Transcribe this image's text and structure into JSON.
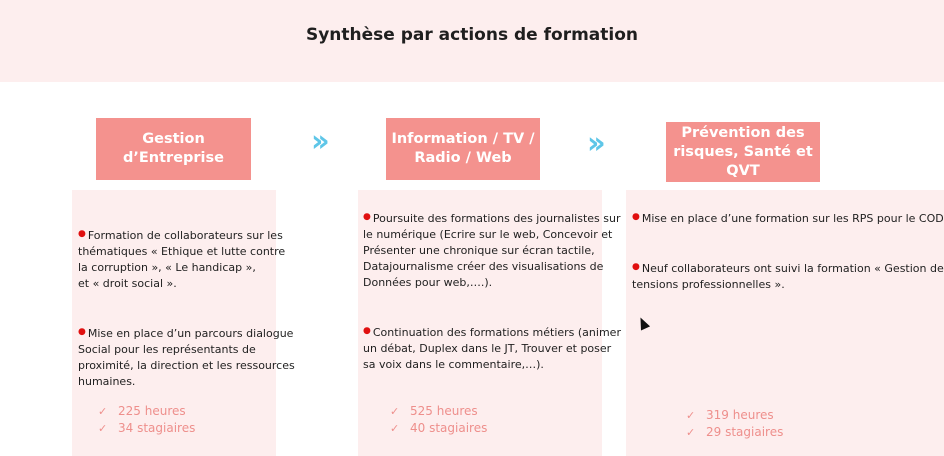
{
  "title": "Synthèse par actions de formation",
  "icons": {
    "next": "double-chevron-right-icon",
    "bullet": "red-dot",
    "check": "check-mark-icon",
    "cursor": "mouse-pointer"
  },
  "colors": {
    "header_bg": "#f4928e",
    "panel_bg": "#fdeeee",
    "arrow": "#5ec6e8",
    "bullet": "#e01010",
    "stats": "#ee8f8c"
  },
  "columns": [
    {
      "heading": "Gestion\nd’Entreprise",
      "items": [
        "Formation de collaborateurs sur les\nthématiques « Ethique et lutte contre\nla corruption », « Le handicap »,\net « droit social ».",
        "Mise en place d’un parcours dialogue\nSocial pour les représentants de\nproximité, la direction et les ressources\nhumaines."
      ],
      "hours": "225 heures",
      "trainees": "34  stagiaires"
    },
    {
      "heading": "Information / TV /\nRadio / Web",
      "items": [
        "Poursuite des formations des journalistes sur\nle numérique (Ecrire sur le web, Concevoir et\nPrésenter une chronique sur écran tactile,\nDatajournalisme créer  des visualisations de\nDonnées pour web,….).",
        "Continuation des formations métiers (animer\nun débat, Duplex dans le JT, Trouver et poser\nsa voix dans le commentaire,…)."
      ],
      "hours": "525 heures",
      "trainees": "40 stagiaires"
    },
    {
      "heading": "Prévention des\nrisques, Santé et\nQVT",
      "items": [
        "Mise en place d’une formation sur les RPS pour le CODIR",
        "Neuf collaborateurs ont suivi la formation «  Gestion des\ntensions professionnelles »."
      ],
      "hours": "319 heures",
      "trainees": "29 stagiaires"
    }
  ]
}
